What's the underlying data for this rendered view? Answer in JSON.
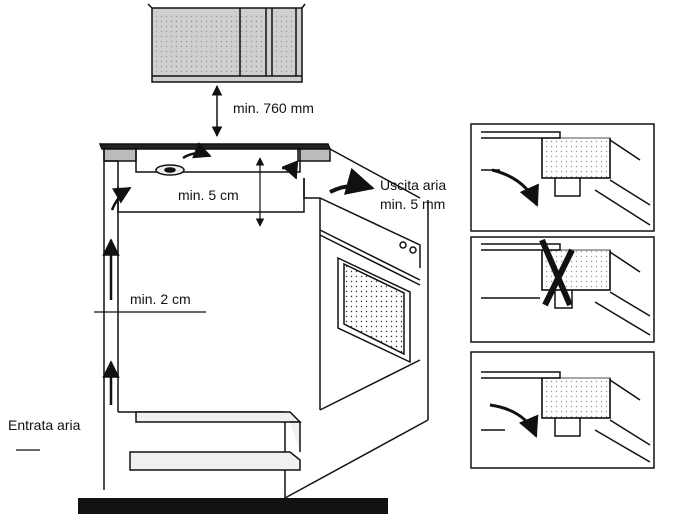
{
  "labels": {
    "min_760": "min. 760 mm",
    "min_5cm": "min. 5 cm",
    "uscita_aria": "Uscita aria",
    "min_5mm": "min. 5 mm",
    "min_2cm": "min. 2 cm",
    "entrata_aria": "Entrata aria"
  },
  "colors": {
    "ink": "#111111",
    "floor": "#111111",
    "paper": "#ffffff"
  }
}
